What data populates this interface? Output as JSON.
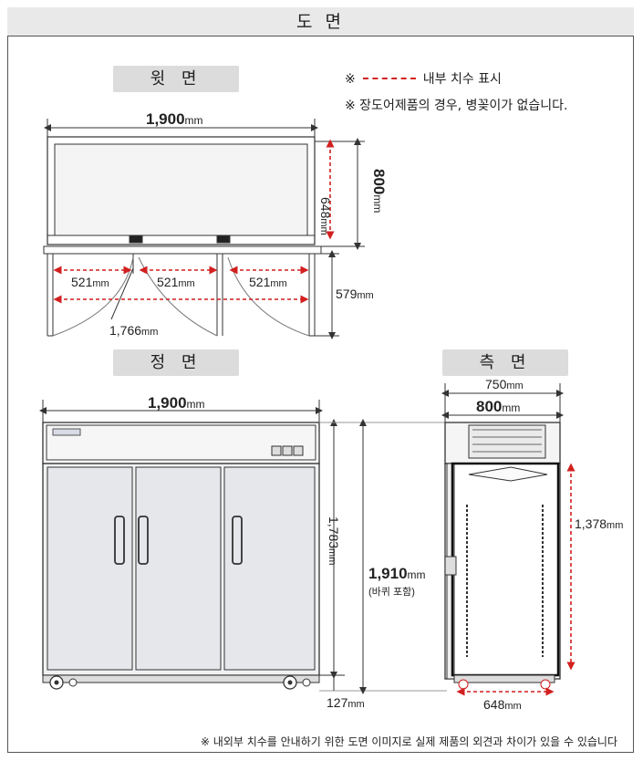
{
  "title": "도 면",
  "views": {
    "top": "윗 면",
    "front": "정 면",
    "side": "측 면"
  },
  "legend": {
    "mark": "※",
    "inner_label": "내부 치수 표시",
    "note": "※ 장도어제품의 경우, 병꽂이가 없습니다."
  },
  "top_view": {
    "width_num": "1,900",
    "width_unit": "mm",
    "depth_inner_num": "648",
    "depth_inner_unit": "mm",
    "depth_num": "800",
    "depth_unit": "mm",
    "door_swing_num": "579",
    "door_swing_unit": "mm",
    "door1_num": "521",
    "door2_num": "521",
    "door3_num": "521",
    "door_unit": "mm",
    "inner_width_num": "1,766",
    "inner_width_unit": "mm"
  },
  "front_view": {
    "width_num": "1,900",
    "width_unit": "mm",
    "body_height_num": "1,783",
    "body_height_unit": "mm",
    "total_height_num": "1,910",
    "total_height_unit": "mm",
    "total_height_note": "(바퀴 포함)",
    "caster_num": "127",
    "caster_unit": "mm"
  },
  "side_view": {
    "depth_body_num": "750",
    "depth_body_unit": "mm",
    "depth_total_num": "800",
    "depth_total_unit": "mm",
    "inner_height_num": "1,378",
    "inner_height_unit": "mm",
    "inner_depth_num": "648",
    "inner_depth_unit": "mm"
  },
  "footnote": "※ 내외부 치수를 안내하기 위한 도면 이미지로 실제 제품의 외견과 차이가 있을 수 있습니다",
  "colors": {
    "accent": "#d21f1f",
    "line": "#333333",
    "panel": "#e9e9e9"
  }
}
